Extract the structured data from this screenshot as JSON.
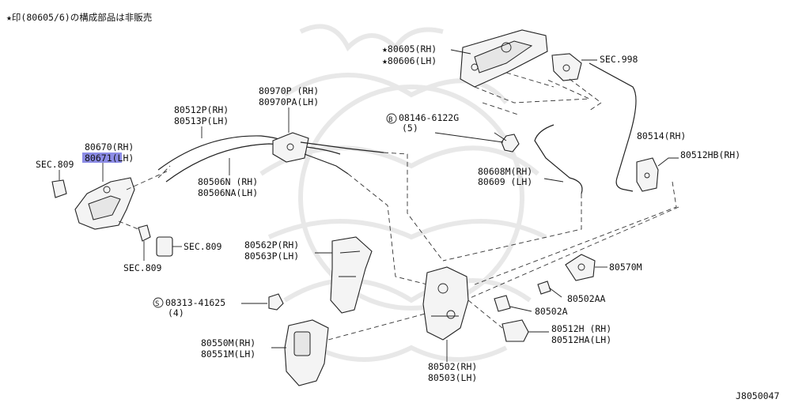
{
  "note": "★印(80605/6)の構成部品は非販売",
  "diagram_id": "J8050047",
  "labels": {
    "p80605": "★80605(RH)",
    "p80606": "★80606(LH)",
    "sec998": "SEC.998",
    "p80970p": "80970P (RH)",
    "p80970pa": "80970PA(LH)",
    "p80512p": "80512P(RH)",
    "p80513p": "80513P(LH)",
    "bolt08146": "08146-6122G",
    "bolt08146_qty": "(5)",
    "p80514": "80514(RH)",
    "p80670": "80670(RH)",
    "p80671": "80671(LH)",
    "sec809_a": "SEC.809",
    "p80506n": "80506N (RH)",
    "p80506na": "80506NA(LH)",
    "p80608m": "80608M(RH)",
    "p80609": "80609 (LH)",
    "p80512hb": "80512HB(RH)",
    "sec809_b": "SEC.809",
    "sec809_c": "SEC.809",
    "p80562p": "80562P(RH)",
    "p80563p": "80563P(LH)",
    "p80570m": "80570M",
    "screw08313": "08313-41625",
    "screw08313_qty": "(4)",
    "p80502aa": "80502AA",
    "p80502a": "80502A",
    "p80512h": "80512H (RH)",
    "p80512ha": "80512HA(LH)",
    "p80550m": "80550M(RH)",
    "p80551m": "80551M(LH)",
    "p80502": "80502(RH)",
    "p80503": "80503(LH)",
    "bolt_symbol": "B",
    "screw_symbol": "S"
  },
  "highlight_color": "#8c8ce6"
}
